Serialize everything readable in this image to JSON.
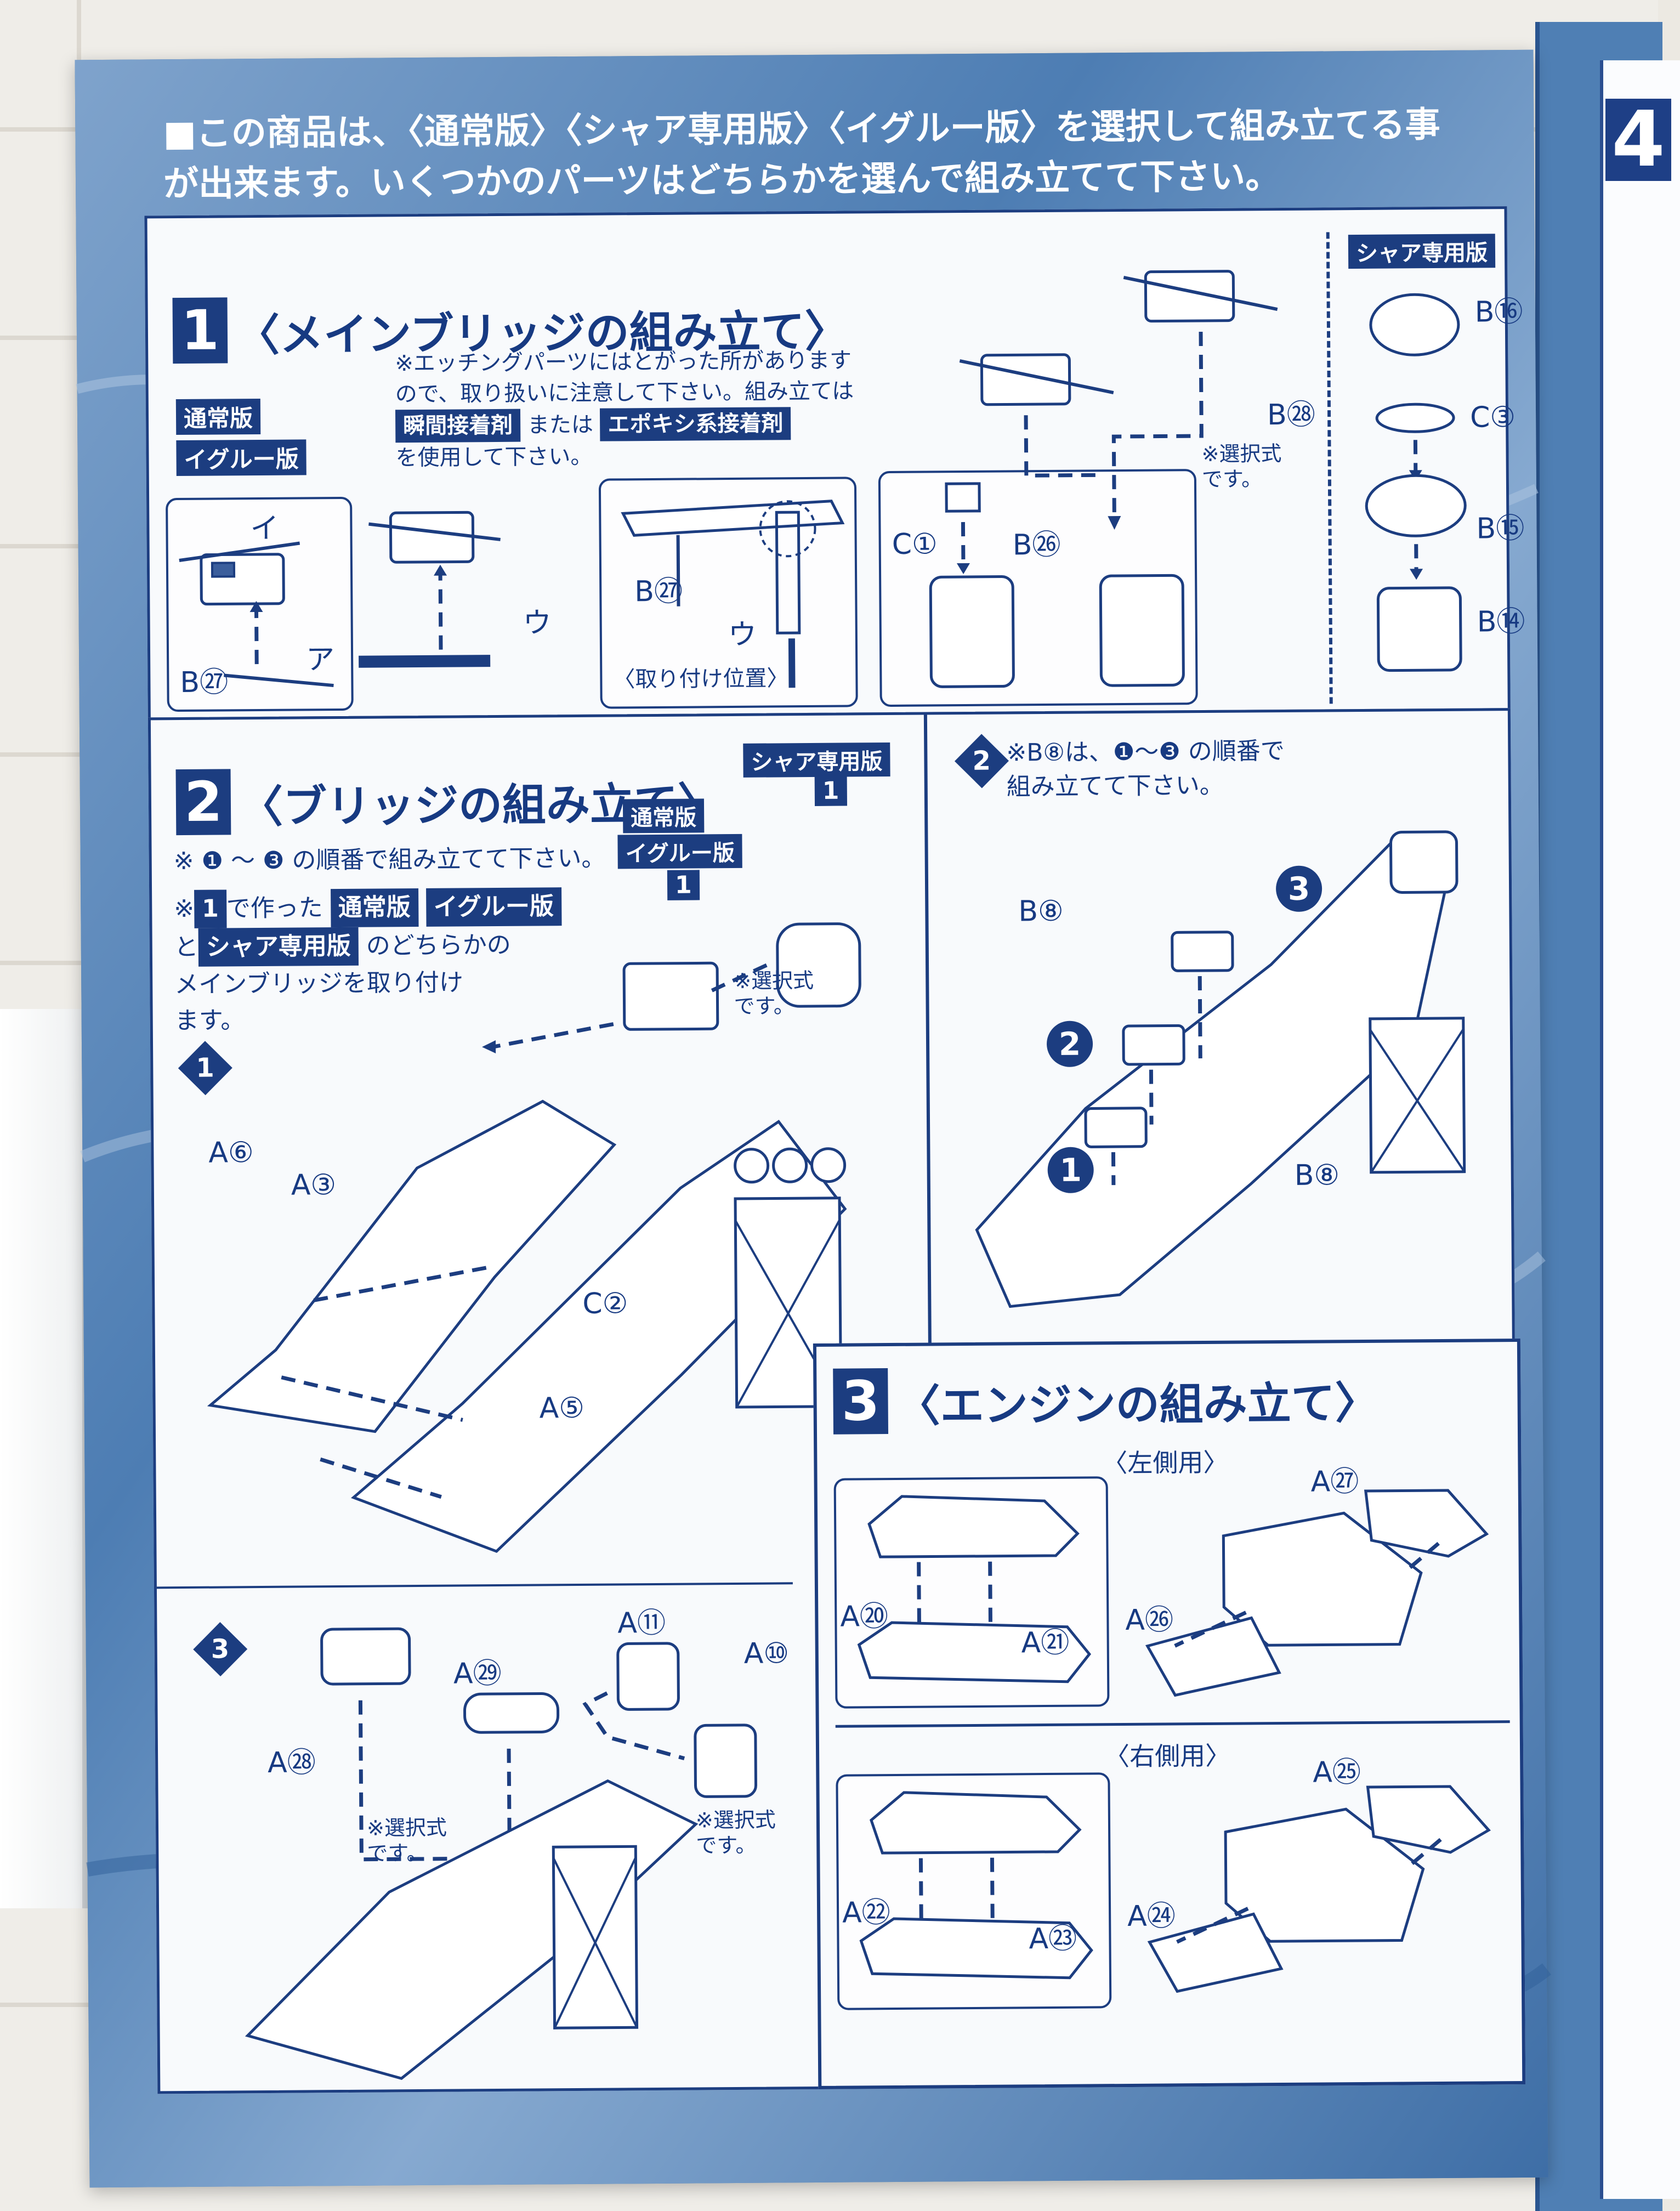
{
  "header": {
    "line1": "■この商品は、〈通常版〉〈シャア専用版〉〈イグルー版〉を選択して組み立てる事",
    "line2": "が出来ます。いくつかのパーツはどちらかを選んで組み立てて下さい。"
  },
  "step1": {
    "number": "1",
    "title": "〈メインブリッジの組み立て〉",
    "note_line1": "※エッチングパーツにはとがった所があります",
    "note_line2": "ので、取り扱いに注意して下さい。組み立ては",
    "badge_glue1": "瞬間接着剤",
    "note_mid": "または",
    "badge_glue2": "エポキシ系接着剤",
    "note_line3": "を使用して下さい。",
    "badge_normal": "通常版",
    "badge_igloo": "イグルー版",
    "badge_char": "シャア専用版",
    "labels": {
      "i": "イ",
      "a": "ア",
      "u": "ウ",
      "b27": "B㉗",
      "b27b": "B㉗",
      "u2": "ウ",
      "mount_position": "〈取り付け位置〉",
      "c1": "C①",
      "b26": "B㉖",
      "b28": "B㉘",
      "select_line1": "※選択式",
      "select_line2": "です。",
      "b16": "B⑯",
      "c3": "C③",
      "b15": "B⑮",
      "b14": "B⑭"
    }
  },
  "step2": {
    "number": "2",
    "title": "〈ブリッジの組み立て〉",
    "order_note": "※ ❶ ～ ❸ の順番で組み立てて下さい。",
    "mount_note_pre": "※",
    "mount_note_num": "1",
    "mount_note_made": "で作った",
    "badge_normal": "通常版",
    "badge_igloo": "イグルー版",
    "mount_note_and": "と",
    "badge_char": "シャア専用版",
    "mount_note_either": "のどちらかの",
    "mount_note_line3": "メインブリッジを取り付け",
    "mount_note_line4": "ます。",
    "badge_char_top": "シャア専用版",
    "badge_normal_top": "通常版",
    "badge_igloo_top": "イグルー版",
    "num_box": "1",
    "num_box2": "1",
    "sub1": "1",
    "labels": {
      "a6": "A⑥",
      "a3": "A③",
      "c2": "C②",
      "a5": "A⑤",
      "select_line1": "※選択式",
      "select_line2": "です。"
    }
  },
  "step2b": {
    "sub": "2",
    "note_line1": "※B⑧は、❶～❸ の順番で",
    "note_line2": "組み立てて下さい。",
    "labels": {
      "b8a": "B⑧",
      "b8b": "B⑧",
      "n1": "1",
      "n2": "2",
      "n3": "3"
    }
  },
  "step2c": {
    "sub": "3",
    "labels": {
      "a28": "A㉘",
      "a29": "A㉙",
      "a11": "A⑪",
      "a10": "A⑩",
      "select1_line1": "※選択式",
      "select1_line2": "です。",
      "select2_line1": "※選択式",
      "select2_line2": "です。"
    }
  },
  "step3": {
    "number": "3",
    "title": "〈エンジンの組み立て〉",
    "left": {
      "caption": "〈左側用〉",
      "labels": {
        "a20": "A⑳",
        "a21": "A㉑",
        "a27": "A㉗",
        "a26": "A㉖"
      }
    },
    "right": {
      "caption": "〈右側用〉",
      "labels": {
        "a22": "A㉒",
        "a23": "A㉓",
        "a25": "A㉕",
        "a24": "A㉔"
      }
    }
  },
  "right_page": {
    "number": "4"
  },
  "colors": {
    "navy": "#1c3d80",
    "paper_blue": "#5c88b9",
    "panel_bg": "#f8fafc"
  }
}
